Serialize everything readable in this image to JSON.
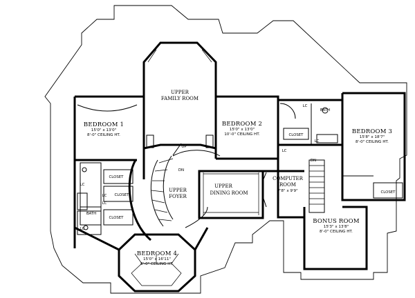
{
  "rooms": {
    "bedroom1": {
      "name": "BEDROOM 1",
      "size": "15'0\" x 13'0\"",
      "ceiling": "8'-0\" CEILING HT."
    },
    "bedroom2": {
      "name": "BEDROOM 2",
      "size": "15'0\" x 13'0\"",
      "ceiling": "10'-0\" CEILING HT."
    },
    "bedroom3": {
      "name": "BEDROOM 3",
      "size": "15'8\" x 18'7\"",
      "ceiling": "8'-0\" CEILING HT."
    },
    "bedroom4": {
      "name": "BEDROOM 4",
      "size": "15'0\" x 16'11\"",
      "ceiling": "8'-0\" CEILING HT."
    },
    "family": {
      "line1": "UPPER",
      "line2": "FAMILY ROOM"
    },
    "foyer": {
      "line1": "UPPER",
      "line2": "FOYER"
    },
    "dining": {
      "line1": "UPPER",
      "line2": "DINING ROOM"
    },
    "computer": {
      "line1": "COMPUTER",
      "line2": "ROOM",
      "size": "7'8\" x 9'9\""
    },
    "bonus": {
      "name": "BONUS ROOM",
      "size": "15'3\" x 13'8\"",
      "ceiling": "8'-0\" CEILING HT."
    }
  },
  "labels": {
    "closet": "CLOSET",
    "bath": "BATH",
    "lc": "LC",
    "up": "UP",
    "dn": "DN"
  }
}
